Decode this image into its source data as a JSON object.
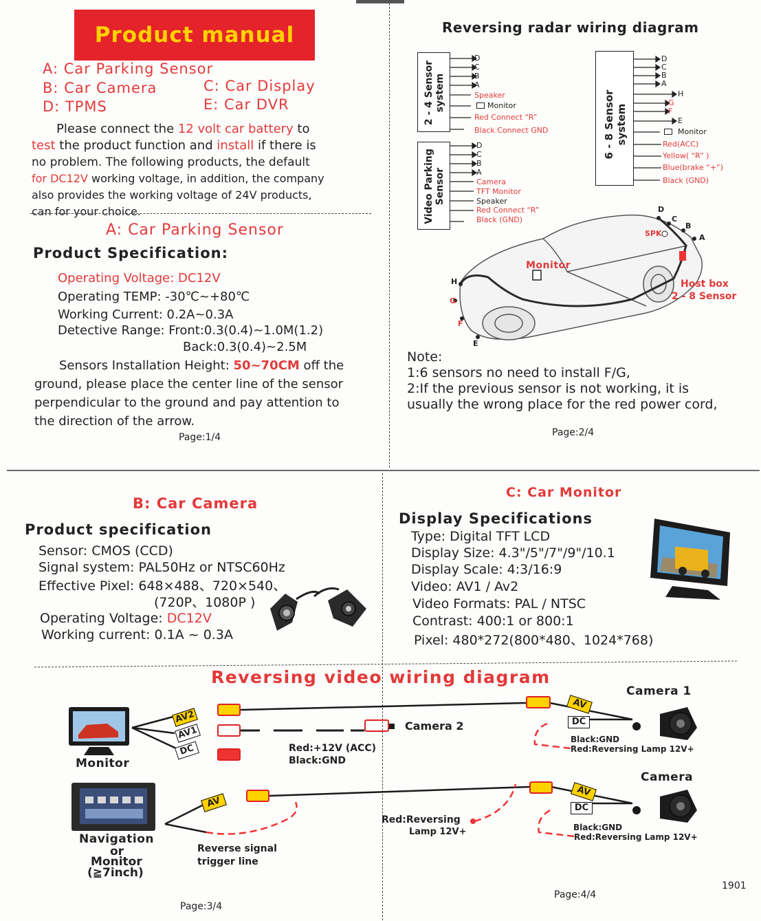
{
  "page1": {
    "banner": "Product manual",
    "list": {
      "a": "A: Car Parking Sensor",
      "b": "B: Car Camera",
      "c": "C: Car Display",
      "d": "D: TPMS",
      "e": "E: Car DVR"
    },
    "intro": {
      "s1": "Please connect the ",
      "s2": "12 volt car battery",
      "s3": " to",
      "s4": "test",
      "s5": " the product function and ",
      "s6": "install",
      "s7": " if there is",
      "s8": "no problem.      The following products, the default",
      "s9": "for DC12V",
      "s10": " working voltage, in addition, the company",
      "s11": "also provides the working voltage of 24V products,",
      "s12": "can for your choice."
    },
    "section_title": "A: Car Parking Sensor",
    "spec_title": "Product Specification:",
    "specs": {
      "voltage": "Operating Voltage: DC12V",
      "temp": "Operating TEMP: -30℃~+80℃",
      "current": "Working Current: 0.2A~0.3A",
      "range": "Detective Range: Front:0.3(0.4)~1.0M(1.2)",
      "back": "Back:0.3(0.4)~2.5M"
    },
    "install": {
      "s1": "Sensors Installation Height: ",
      "s2": "50~70CM",
      "s3": " off the",
      "s4": "ground, please place the center line of the sensor",
      "s5": "perpendicular to the ground and pay attention to",
      "s6": "the direction of the arrow."
    },
    "page_no": "Page:1/4"
  },
  "page2": {
    "title": "Reversing radar wiring diagram",
    "box1": {
      "label": "2 - 4 Sensor system",
      "wires": [
        "D",
        "C",
        "B",
        "A",
        "Speaker",
        "Monitor",
        "Red Connect “R”",
        "Black Connect  GND"
      ]
    },
    "box2": {
      "label": "Video Parking Sensor",
      "wires": [
        "D",
        "C",
        "B",
        "A",
        "Camera",
        "TFT Monitor",
        "Speaker",
        "Red Connect  “R”",
        "Black (GND)"
      ]
    },
    "box3": {
      "label": "6 - 8 Sensor system",
      "wires": [
        "D",
        "C",
        "B",
        "A",
        "H",
        "G",
        "F",
        "E",
        "Monitor",
        "Red(ACC)",
        "Yellow( “R” )",
        "Blue(brake “+”)",
        "Black (GND)"
      ]
    },
    "car": {
      "monitor": "Monitor",
      "spk": "SPK",
      "host1": "Host box",
      "host2": "2 - 8 Sensor",
      "pts": {
        "d": "D",
        "c": "C",
        "b": "B",
        "a": "A",
        "h": "H",
        "g": "G",
        "f": "F",
        "e": "E"
      }
    },
    "note": {
      "title": "Note:",
      "n1": "1:6 sensors no need to install F/G,",
      "n2": "2:If the previous sensor is not working, it is",
      "n3": "usually the wrong place for the red power cord,"
    },
    "page_no": "Page:2/4"
  },
  "page3": {
    "title": "B: Car Camera",
    "spec_title": "Product specification",
    "specs": {
      "sensor": "Sensor: CMOS (CCD)",
      "signal": "Signal system: PAL50Hz or NTSC60Hz",
      "pixel": "Effective Pixel: 648×488、720×540、",
      "pixel2": "(720P、1080P )",
      "voltage_label": "Operating Voltage: ",
      "voltage_val": "DC12V",
      "current": "Working current: 0.1A ~ 0.3A"
    },
    "page_no": "Page:3/4"
  },
  "page4": {
    "title": "C: Car Monitor",
    "spec_title": "Display Specifications",
    "specs": {
      "type": "Type: Digital TFT LCD",
      "size": "Display Size: 4.3\"/5\"/7\"/9\"/10.1",
      "scale": "Display Scale: 4:3/16:9",
      "video": "Video: AV1 / Av2",
      "formats": "Video Formats: PAL / NTSC",
      "contrast": "Contrast: 400:1 or 800:1",
      "pixel": "Pixel: 480*272(800*480、1024*768)"
    },
    "page_no": "Page:4/4",
    "code": "1901"
  },
  "video_diagram": {
    "title": "Reversing video wiring diagram",
    "monitor": "Monitor",
    "av2": "AV2",
    "av1": "AV1",
    "dc": "DC",
    "av": "AV",
    "camera1": "Camera 1",
    "camera2": "Camera 2",
    "camera": "Camera",
    "red_acc": "Red:+12V (ACC)",
    "black_gnd": "Black:GND",
    "cam_black": "Black:GND",
    "cam_red": "Red:Reversing Lamp  12V+",
    "nav1": "Navigation",
    "nav2": "or",
    "nav3": "Monitor",
    "nav4": "(≧7inch)",
    "reverse1": "Reverse signal",
    "reverse2": "trigger line",
    "red_rev1": "Red:Reversing",
    "red_rev2": "Lamp  12V+",
    "cam_black2": "Black:GND",
    "cam_red2": "Red:Reversing Lamp  12V+"
  }
}
